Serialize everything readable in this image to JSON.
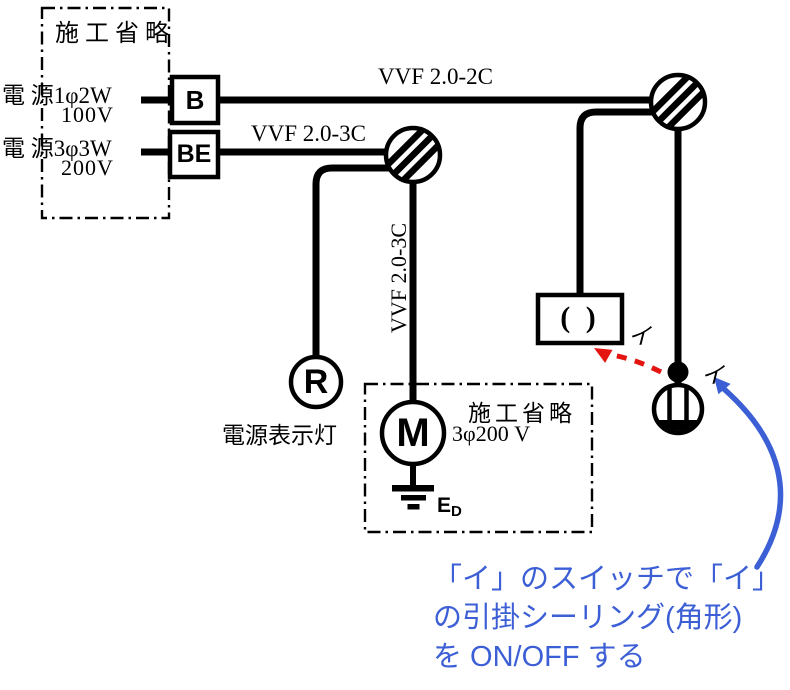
{
  "colors": {
    "ink": "#000000",
    "red_arrow": "#e41410",
    "blue_accent": "#3d5fd6"
  },
  "supply_panel": {
    "omit_label": "施工省略",
    "source1_line1": "電 源1φ2W",
    "source1_line2": "100V",
    "breaker1": "B",
    "source2_line1": "電 源3φ3W",
    "source2_line2": "200V",
    "breaker2": "BE"
  },
  "cables": {
    "top_2c": "VVF 2.0-2C",
    "mid_3c": "VVF 2.0-3C",
    "drop_3c": "VVF 2.0-3C"
  },
  "pilot_lamp": {
    "symbol": "R",
    "caption": "電源表示灯"
  },
  "motor_panel": {
    "symbol": "M",
    "omit_label": "施工省略",
    "rating": "3φ200 V",
    "ground_main": "E",
    "ground_sub": "D"
  },
  "ceiling_fixture": {
    "glyph": "( )",
    "label": "イ"
  },
  "switch": {
    "label": "イ"
  },
  "note": {
    "line1": "「イ」のスイッチで「イ」",
    "line2": "の引掛シーリング(角形)",
    "line3": "を ON/OFF する"
  }
}
